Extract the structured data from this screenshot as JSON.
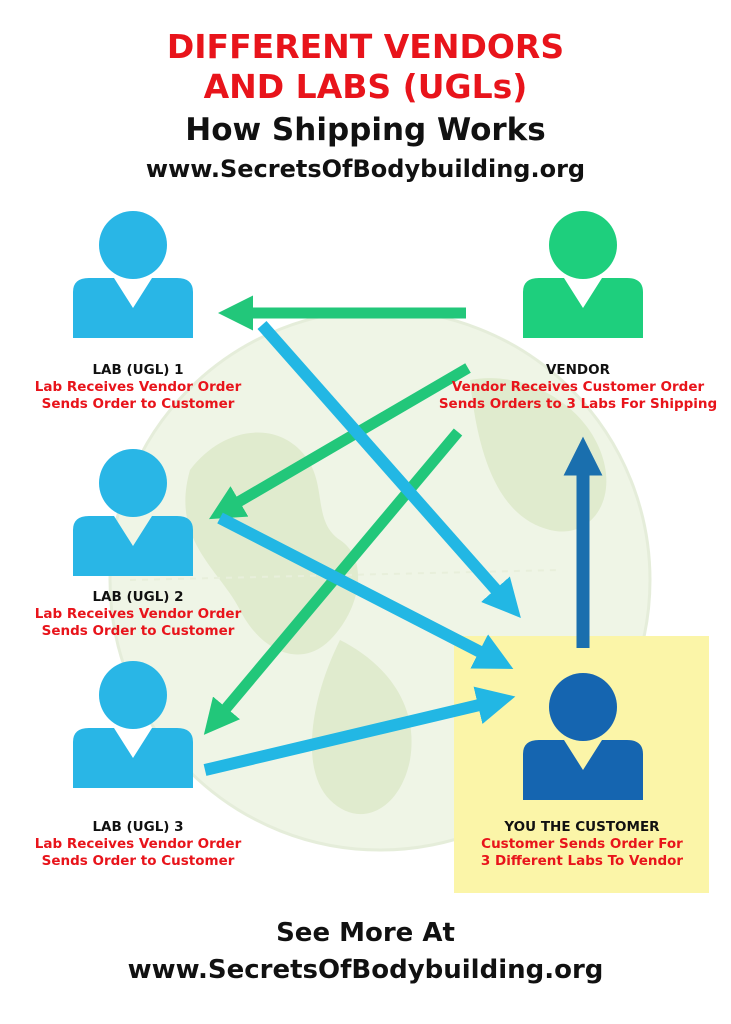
{
  "header": {
    "title_line1": "DIFFERENT VENDORS",
    "title_line2": "AND LABS (UGLs)",
    "subtitle": "How Shipping Works",
    "url": "www.SecretsOfBodybuilding.org"
  },
  "colors": {
    "red": "#e8141b",
    "lab_blue": "#29b6e6",
    "vendor_green": "#1ecf7d",
    "customer_blue": "#1565b0",
    "arrow_green": "#22c77a",
    "arrow_cyan": "#22b7e4",
    "arrow_dark": "#1a6fae",
    "highlight_yellow": "#fbf5a8"
  },
  "nodes": {
    "lab1": {
      "name": "LAB (UGL) 1",
      "line1": "Lab Receives Vendor Order",
      "line2": "Sends Order to Customer",
      "icon": "person-icon"
    },
    "lab2": {
      "name": "LAB (UGL) 2",
      "line1": "Lab Receives Vendor Order",
      "line2": "Sends Order to Customer",
      "icon": "person-icon"
    },
    "lab3": {
      "name": "LAB (UGL) 3",
      "line1": "Lab Receives Vendor Order",
      "line2": "Sends Order to Customer",
      "icon": "person-icon"
    },
    "vendor": {
      "name": "VENDOR",
      "line1": "Vendor Receives Customer Order",
      "line2": "Sends Orders to 3 Labs For Shipping",
      "icon": "person-icon"
    },
    "customer": {
      "name": "YOU THE CUSTOMER",
      "line1": "Customer Sends Order For",
      "line2": "3 Different Labs To Vendor",
      "icon": "person-icon"
    }
  },
  "footer": {
    "line1": "See More At",
    "line2": "www.SecretsOfBodybuilding.org"
  }
}
